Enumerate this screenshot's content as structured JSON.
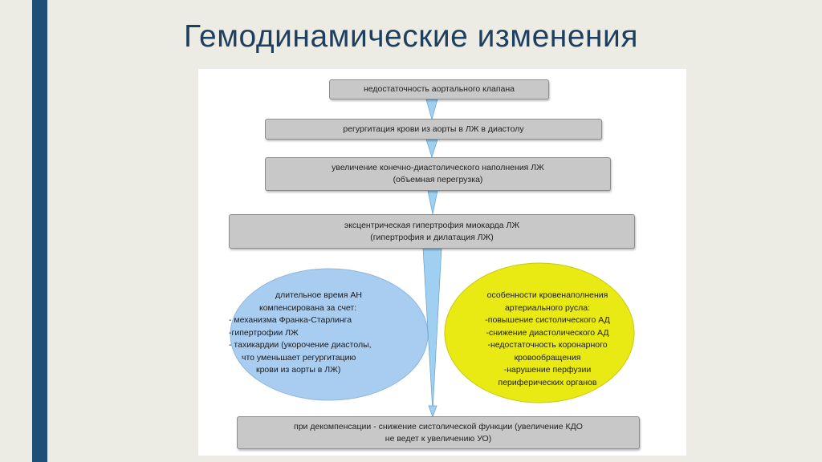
{
  "slide": {
    "title": "Гемодинамические изменения",
    "accent_color": "#1f4e79"
  },
  "diagram": {
    "boxes": [
      {
        "lines": [
          "недостаточность аортального клапана"
        ]
      },
      {
        "lines": [
          "регургитация крови из аорты в ЛЖ в диастолу"
        ]
      },
      {
        "lines": [
          "увеличение конечно-диастолического наполнения ЛЖ",
          "(объемная перегрузка)"
        ]
      },
      {
        "lines": [
          "эксцентрическая гипертрофия миокарда ЛЖ",
          "(гипертрофия и дилатация ЛЖ)"
        ]
      },
      {
        "lines": [
          "при декомпенсации - снижение систолической функции (увеличение КДО",
          "не ведет к увеличению УО)"
        ]
      }
    ],
    "left_ellipse": {
      "color": "#a8cdf0",
      "lines": [
        "длительное время АН",
        "компенсирована за счет:",
        "- механизма Франка-Старлинга",
        "-гипертрофии ЛЖ",
        "- тахикардии (укорочение диастолы,",
        "что уменьшает регургитацию",
        "крови из аорты в ЛЖ)"
      ]
    },
    "right_ellipse": {
      "color": "#e9ea14",
      "lines": [
        "особенности кровенаполнения",
        "артериального русла:",
        "-повышение систолического АД",
        "-снижение диастолического АД",
        "-недостаточность коронарного",
        "кровообращения",
        "-нарушение перфузии",
        "периферических органов"
      ]
    },
    "arrow_color": "#9fd0f2"
  }
}
